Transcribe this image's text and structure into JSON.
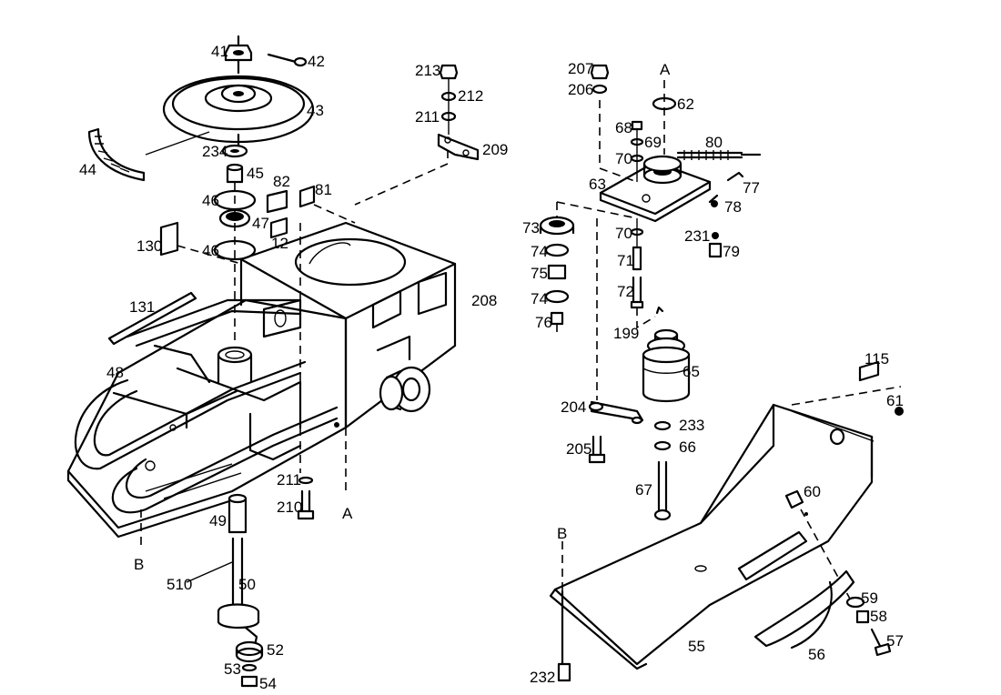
{
  "part_numbers": [
    "41",
    "42",
    "43",
    "44",
    "234",
    "45",
    "46",
    "47",
    "46",
    "130",
    "82",
    "81",
    "12",
    "131",
    "48",
    "208",
    "211",
    "210",
    "49",
    "510",
    "50",
    "52",
    "53",
    "54",
    "213",
    "212",
    "211",
    "209",
    "207",
    "206",
    "62",
    "68",
    "69",
    "80",
    "70",
    "63",
    "77",
    "78",
    "73",
    "74",
    "75",
    "74",
    "76",
    "70",
    "71",
    "72",
    "231",
    "79",
    "199",
    "65",
    "204",
    "233",
    "205",
    "66",
    "67",
    "115",
    "61",
    "60",
    "59",
    "58",
    "57",
    "56",
    "55",
    "232"
  ],
  "section_marks": [
    "A",
    "A",
    "B",
    "B"
  ],
  "colors": {
    "line": "#000000",
    "paper": "#ffffff"
  }
}
